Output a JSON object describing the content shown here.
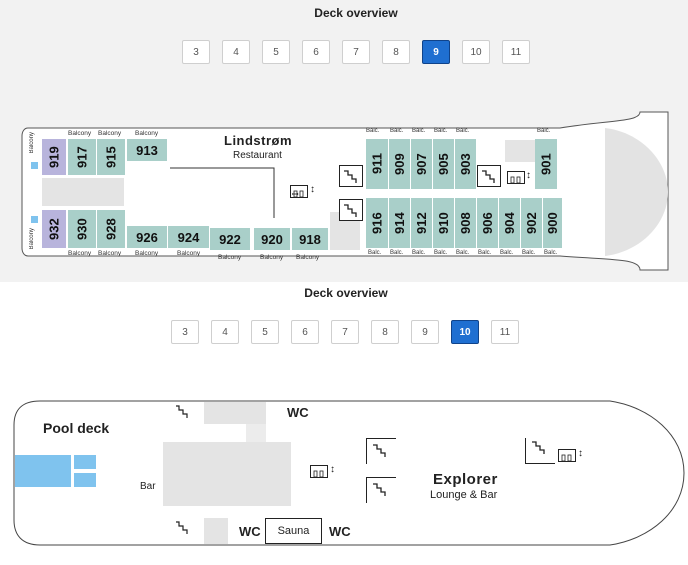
{
  "deck9": {
    "title": "Deck overview",
    "buttons": [
      "3",
      "4",
      "5",
      "6",
      "7",
      "8",
      "9",
      "10",
      "11"
    ],
    "active": "9",
    "restaurant_name": "Lindstrøm",
    "restaurant_sub": "Restaurant",
    "balcony": "Balcony",
    "balc": "Balc.",
    "cabins": {
      "c919": "919",
      "c917": "917",
      "c915": "915",
      "c913": "913",
      "c932": "932",
      "c930": "930",
      "c928": "928",
      "c926": "926",
      "c924": "924",
      "c922": "922",
      "c920": "920",
      "c918": "918",
      "c911": "911",
      "c909": "909",
      "c907": "907",
      "c905": "905",
      "c903": "903",
      "c901": "901",
      "c916": "916",
      "c914": "914",
      "c912": "912",
      "c910": "910",
      "c908": "908",
      "c906": "906",
      "c904": "904",
      "c902": "902",
      "c900": "900"
    }
  },
  "deck10": {
    "title": "Deck overview",
    "buttons": [
      "3",
      "4",
      "5",
      "6",
      "7",
      "8",
      "9",
      "10",
      "11"
    ],
    "active": "10",
    "pool": "Pool deck",
    "bar": "Bar",
    "wc": "WC",
    "sauna": "Sauna",
    "explorer": "Explorer",
    "explorer_sub": "Lounge & Bar"
  },
  "colors": {
    "active": "#1f6fd1",
    "cabin": "#a9cfc9",
    "purple": "#b8b4dc",
    "pool": "#7fc3ee",
    "band": "#f2f2f2"
  }
}
